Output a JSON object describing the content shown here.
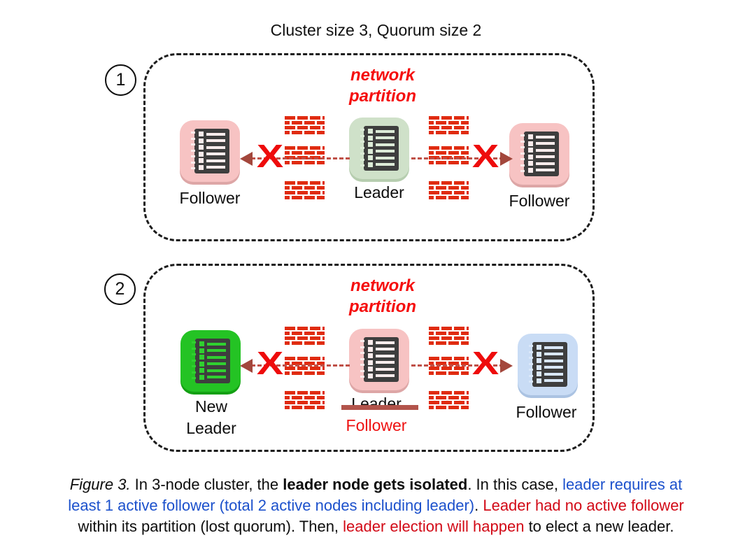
{
  "title": "Cluster size 3, Quorum size 2",
  "symbols": {
    "blocked": "X"
  },
  "colors": {
    "brick_red": "#e02c10",
    "dashed_link": "#bf5047",
    "arrowhead": "#a3473c",
    "blocked_x": "#ee0c0c",
    "partition_label_red": "#f50d0d",
    "caption_blue": "#1c51cc",
    "caption_red": "#d20916",
    "strike_bar": "#b2544b",
    "follower_node_pink": "#f7c3c3",
    "leader_node_light_green": "#cfe1c9",
    "new_leader_node_green": "#24c324",
    "follower_node_blue": "#c9dcf5"
  },
  "panels": [
    {
      "badge": "1",
      "partition_label": {
        "line1": "network",
        "line2": "partition"
      },
      "nodes": {
        "left": {
          "label": "Follower"
        },
        "center": {
          "label": "Leader"
        },
        "right": {
          "label": "Follower"
        }
      }
    },
    {
      "badge": "2",
      "partition_label": {
        "line1": "network",
        "line2": "partition"
      },
      "nodes": {
        "left": {
          "label_line1": "New",
          "label_line2": "Leader"
        },
        "center": {
          "old_role": "Leader",
          "new_role": "Follower"
        },
        "right": {
          "label": "Follower"
        }
      }
    }
  ],
  "caption": {
    "segments": [
      {
        "text": "Figure 3.",
        "style": "italic"
      },
      {
        "text": " In 3-node cluster, the ",
        "style": "plain"
      },
      {
        "text": "leader node gets isolated",
        "style": "bold"
      },
      {
        "text": ". In this case, ",
        "style": "plain"
      },
      {
        "text": "leader requires at",
        "style": "blue"
      },
      {
        "text": "least 1 active follower (total 2 active nodes including leader)",
        "style": "blue"
      },
      {
        "text": ". ",
        "style": "plain"
      },
      {
        "text": "Leader had no active follower",
        "style": "red"
      },
      {
        "text": "within its partition (lost quorum). Then, ",
        "style": "plain"
      },
      {
        "text": "leader election will happen",
        "style": "red"
      },
      {
        "text": " to elect a new leader.",
        "style": "plain"
      }
    ]
  }
}
